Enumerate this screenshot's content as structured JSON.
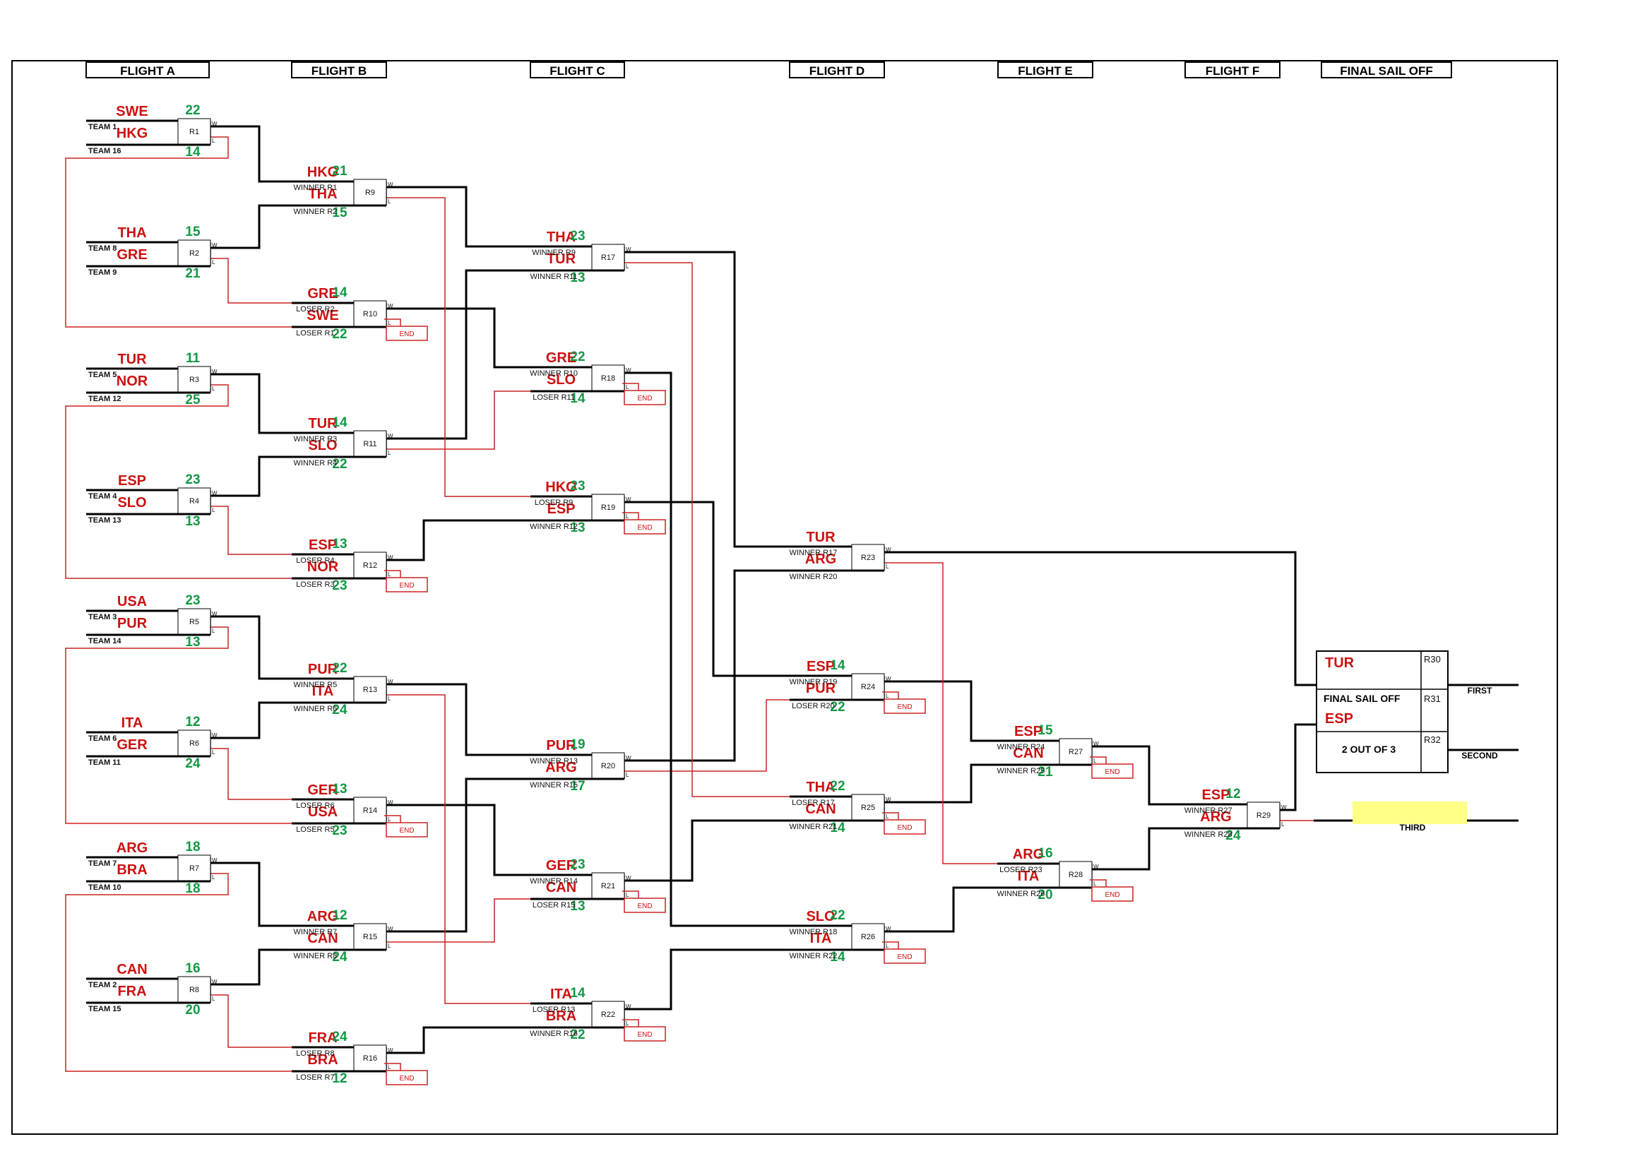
{
  "headers": [
    "FLIGHT A",
    "FLIGHT B",
    "FLIGHT C",
    "FLIGHT D",
    "FLIGHT E",
    "FLIGHT F",
    "FINAL SAIL OFF"
  ],
  "colors": {
    "line": "#000000",
    "loser_line": "#cc2222",
    "team": "#cc1111",
    "score": "#119944",
    "highlight": "#ffff88"
  },
  "matches": [
    {
      "race": "R1",
      "top_team": "SWE",
      "top_sub": "TEAM 1",
      "top_score": "22",
      "bot_team": "HKG",
      "bot_sub": "TEAM 16",
      "bot_score": "14"
    },
    {
      "race": "R2",
      "top_team": "THA",
      "top_sub": "TEAM 8",
      "top_score": "15",
      "bot_team": "GRE",
      "bot_sub": "TEAM 9",
      "bot_score": "21"
    },
    {
      "race": "R3",
      "top_team": "TUR",
      "top_sub": "TEAM 5",
      "top_score": "11",
      "bot_team": "NOR",
      "bot_sub": "TEAM 12",
      "bot_score": "25"
    },
    {
      "race": "R4",
      "top_team": "ESP",
      "top_sub": "TEAM 4",
      "top_score": "23",
      "bot_team": "SLO",
      "bot_sub": "TEAM 13",
      "bot_score": "13"
    },
    {
      "race": "R5",
      "top_team": "USA",
      "top_sub": "TEAM 3",
      "top_score": "23",
      "bot_team": "PUR",
      "bot_sub": "TEAM 14",
      "bot_score": "13"
    },
    {
      "race": "R6",
      "top_team": "ITA",
      "top_sub": "TEAM 6",
      "top_score": "12",
      "bot_team": "GER",
      "bot_sub": "TEAM 11",
      "bot_score": "24"
    },
    {
      "race": "R7",
      "top_team": "ARG",
      "top_sub": "TEAM 7",
      "top_score": "18",
      "bot_team": "BRA",
      "bot_sub": "TEAM 10",
      "bot_score": "18"
    },
    {
      "race": "R8",
      "top_team": "CAN",
      "top_sub": "TEAM 2",
      "top_score": "16",
      "bot_team": "FRA",
      "bot_sub": "TEAM 15",
      "bot_score": "20"
    },
    {
      "race": "R9",
      "top_team": "HKG",
      "top_sub": "WINNER R1",
      "top_score": "21",
      "bot_team": "THA",
      "bot_sub": "WINNER R2",
      "bot_score": "15"
    },
    {
      "race": "R10",
      "top_team": "GRE",
      "top_sub": "LOSER R2",
      "top_score": "14",
      "bot_team": "SWE",
      "bot_sub": "LOSER R1",
      "bot_score": "22",
      "end": "END"
    },
    {
      "race": "R11",
      "top_team": "TUR",
      "top_sub": "WINNER R3",
      "top_score": "14",
      "bot_team": "SLO",
      "bot_sub": "WINNER R4",
      "bot_score": "22"
    },
    {
      "race": "R12",
      "top_team": "ESP",
      "top_sub": "LOSER R4",
      "top_score": "13",
      "bot_team": "NOR",
      "bot_sub": "LOSER R3",
      "bot_score": "23",
      "end": "END"
    },
    {
      "race": "R13",
      "top_team": "PUR",
      "top_sub": "WINNER R5",
      "top_score": "22",
      "bot_team": "ITA",
      "bot_sub": "WINNER R6",
      "bot_score": "24"
    },
    {
      "race": "R14",
      "top_team": "GER",
      "top_sub": "LOSER R6",
      "top_score": "13",
      "bot_team": "USA",
      "bot_sub": "LOSER R5",
      "bot_score": "23",
      "end": "END"
    },
    {
      "race": "R15",
      "top_team": "ARG",
      "top_sub": "WINNER R7",
      "top_score": "12",
      "bot_team": "CAN",
      "bot_sub": "WINNER R8",
      "bot_score": "24"
    },
    {
      "race": "R16",
      "top_team": "FRA",
      "top_sub": "LOSER R8",
      "top_score": "24",
      "bot_team": "BRA",
      "bot_sub": "LOSER R7",
      "bot_score": "12",
      "end": "END"
    },
    {
      "race": "R17",
      "top_team": "THA",
      "top_sub": "WINNER R9",
      "top_score": "23",
      "bot_team": "TUR",
      "bot_sub": "WINNER R11",
      "bot_score": "13"
    },
    {
      "race": "R18",
      "top_team": "GRE",
      "top_sub": "WINNER R10",
      "top_score": "22",
      "bot_team": "SLO",
      "bot_sub": "LOSER R11",
      "bot_score": "14",
      "end": "END"
    },
    {
      "race": "R19",
      "top_team": "HKG",
      "top_sub": "LOSER R9",
      "top_score": "23",
      "bot_team": "ESP",
      "bot_sub": "WINNER R12",
      "bot_score": "13",
      "end": "END"
    },
    {
      "race": "R20",
      "top_team": "PUR",
      "top_sub": "WINNER R13",
      "top_score": "19",
      "bot_team": "ARG",
      "bot_sub": "WINNER R15",
      "bot_score": "17"
    },
    {
      "race": "R21",
      "top_team": "GER",
      "top_sub": "WINNER R14",
      "top_score": "23",
      "bot_team": "CAN",
      "bot_sub": "LOSER R15",
      "bot_score": "13",
      "end": "END"
    },
    {
      "race": "R22",
      "top_team": "ITA",
      "top_sub": "LOSER R13",
      "top_score": "14",
      "bot_team": "BRA",
      "bot_sub": "WINNER R16",
      "bot_score": "22",
      "end": "END"
    },
    {
      "race": "R23",
      "top_team": "TUR",
      "top_sub": "WINNER R17",
      "top_score": "",
      "bot_team": "ARG",
      "bot_sub": "WINNER R20",
      "bot_score": ""
    },
    {
      "race": "R24",
      "top_team": "ESP",
      "top_sub": "WINNER R19",
      "top_score": "14",
      "bot_team": "PUR",
      "bot_sub": "LOSER R20",
      "bot_score": "22",
      "end": "END"
    },
    {
      "race": "R25",
      "top_team": "THA",
      "top_sub": "LOSER R17",
      "top_score": "22",
      "bot_team": "CAN",
      "bot_sub": "WINNER R21",
      "bot_score": "14",
      "end": "END"
    },
    {
      "race": "R26",
      "top_team": "SLO",
      "top_sub": "WINNER R18",
      "top_score": "22",
      "bot_team": "ITA",
      "bot_sub": "WINNER R22",
      "bot_score": "14",
      "end": "END"
    },
    {
      "race": "R27",
      "top_team": "ESP",
      "top_sub": "WINNER R24",
      "top_score": "15",
      "bot_team": "CAN",
      "bot_sub": "WINNER R25",
      "bot_score": "21",
      "end": "END"
    },
    {
      "race": "R28",
      "top_team": "ARG",
      "top_sub": "LOSER R23",
      "top_score": "16",
      "bot_team": "ITA",
      "bot_sub": "WINNER R26",
      "bot_score": "20",
      "end": "END"
    },
    {
      "race": "R29",
      "top_team": "ESP",
      "top_sub": "WINNER R27",
      "top_score": "12",
      "bot_team": "ARG",
      "bot_sub": "WINNER R28",
      "bot_score": "24"
    }
  ],
  "wl_labels": {
    "win": "W",
    "lose": "L"
  },
  "final": {
    "team_top": "TUR",
    "label": "FINAL SAIL OFF",
    "team_bottom": "ESP",
    "format": "2 OUT OF 3",
    "races": [
      "R30",
      "R31",
      "R32"
    ]
  },
  "places": {
    "first": "FIRST",
    "second": "SECOND",
    "third": "THIRD"
  }
}
